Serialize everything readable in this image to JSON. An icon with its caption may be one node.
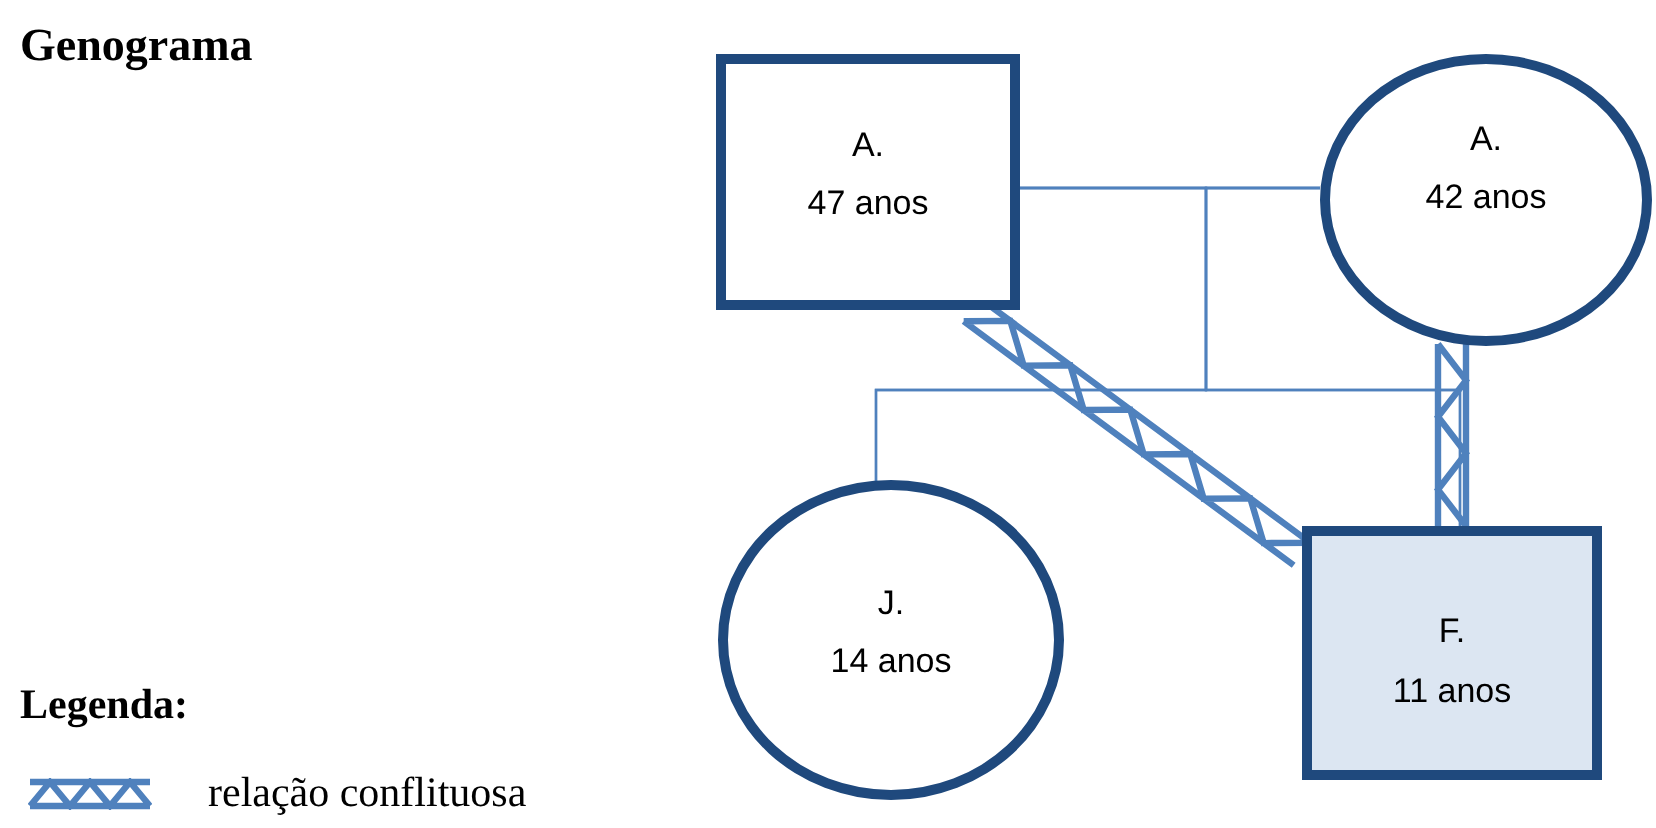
{
  "diagram": {
    "title": "Genograma",
    "nodes": [
      {
        "text": [
          "A.",
          "47 anos"
        ]
      },
      {
        "text": [
          "A.",
          "42 anos"
        ]
      },
      {
        "text": [
          "J.",
          "14 anos"
        ]
      },
      {
        "text": [
          "F.",
          "11 anos"
        ]
      }
    ],
    "edges": [
      {
        "from": 0,
        "to": 1,
        "arrow": "none"
      },
      {
        "from": 0,
        "to": 2,
        "arrow": "none"
      },
      {
        "from": 1,
        "to": 2,
        "arrow": "none"
      },
      {
        "from": 0,
        "to": 3,
        "arrow": "none"
      },
      {
        "from": 1,
        "to": 3,
        "arrow": "none"
      },
      {
        "from": 0,
        "to": 3,
        "arrow": "none",
        "style": "thick"
      },
      {
        "from": 1,
        "to": 3,
        "arrow": "none",
        "style": "thick"
      }
    ],
    "labels": [
      "Legenda:"
    ],
    "legend": [
      {
        "text": "relação conflituosa"
      }
    ]
  }
}
